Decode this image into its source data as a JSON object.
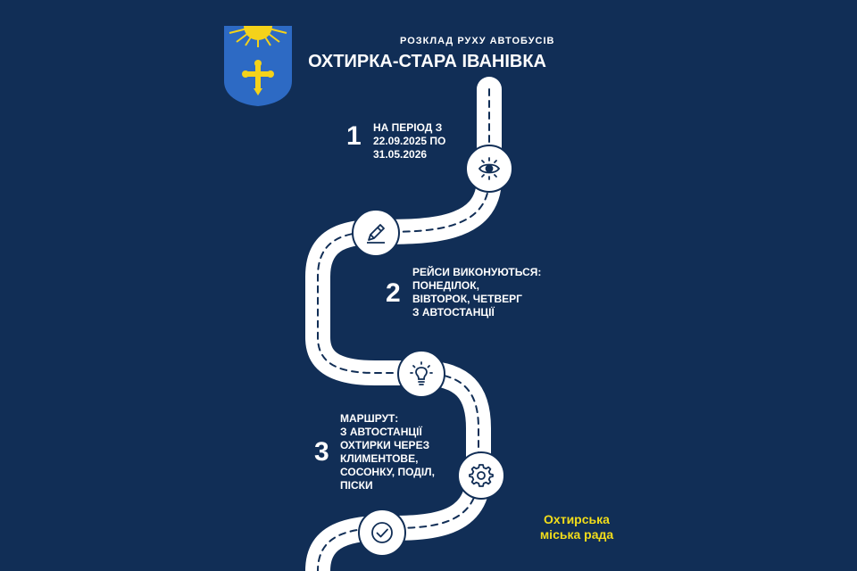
{
  "header": {
    "subtitle": "РОЗКЛАД РУХУ АВТОБУСІВ",
    "title": "ОХТИРКА-СТАРА ІВАНІВКА"
  },
  "emblem": {
    "icon": "coat-of-arms-icon",
    "colors": {
      "sky": "#2d6ac4",
      "sun": "#f4d21a",
      "cross": "#f4d21a"
    }
  },
  "steps": [
    {
      "number": "1",
      "lines": [
        "НА ПЕРІОД З",
        "22.09.2025 ПО",
        "31.05.2026"
      ]
    },
    {
      "number": "2",
      "lines": [
        "РЕЙСИ ВИКОНУЮТЬСЯ:",
        "ПОНЕДІЛОК,",
        "ВІВТОРОК, ЧЕТВЕРГ",
        "З АВТОСТАНЦІЇ"
      ]
    },
    {
      "number": "3",
      "lines": [
        "МАРШРУТ:",
        "З АВТОСТАНЦІЇ",
        "ОХТИРКИ ЧЕРЕЗ",
        "КЛИМЕНТОВЕ,",
        "СОСОНКУ, ПОДІЛ,",
        "ПІСКИ"
      ]
    }
  ],
  "icons": [
    "eye-icon",
    "pencil-icon",
    "lightbulb-icon",
    "gear-icon",
    "checkmark-icon"
  ],
  "footer": {
    "council_line1": "Охтирська",
    "council_line2": "міська рада"
  },
  "colors": {
    "background": "#112e56",
    "road": "#ffffff",
    "accent": "#f2dd1a"
  }
}
